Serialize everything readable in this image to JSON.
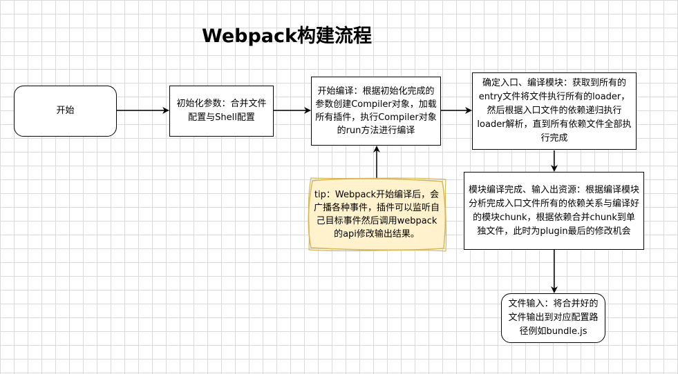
{
  "title": "Webpack构建流程",
  "nodes": {
    "start": "开始",
    "init": "初始化参数：合并文件配置与Shell配置",
    "compile": "开始编译：根据初始化完成的参数创建Compiler对象，加载所有插件，执行Compiler对象的run方法进行编译",
    "entry": "确定入口、编译模块：获取到所有的entry文件将文件执行所有的loader，然后根据入口文件的依赖递归执行loader解析，直到所有依赖文件全部执行完成",
    "output_resources": "模块编译完成、输入出资源：根据编译模块分析完成入口文件所有的依赖关系与编译好的模块chunk，根据依赖合并chunk到单独文件，此时为plugin最后的修改机会",
    "file_output": "文件输入：将合并好的文件输出到对应配置路径例如bundle.js",
    "tip": "tip：Webpack开始编译后，会广播各种事件，插件可以监听自己目标事件然后调用webpack的api修改输出结果。"
  },
  "colors": {
    "tip_fill": "#fff2cc",
    "tip_stroke": "#d6b656",
    "stroke": "#000000"
  }
}
